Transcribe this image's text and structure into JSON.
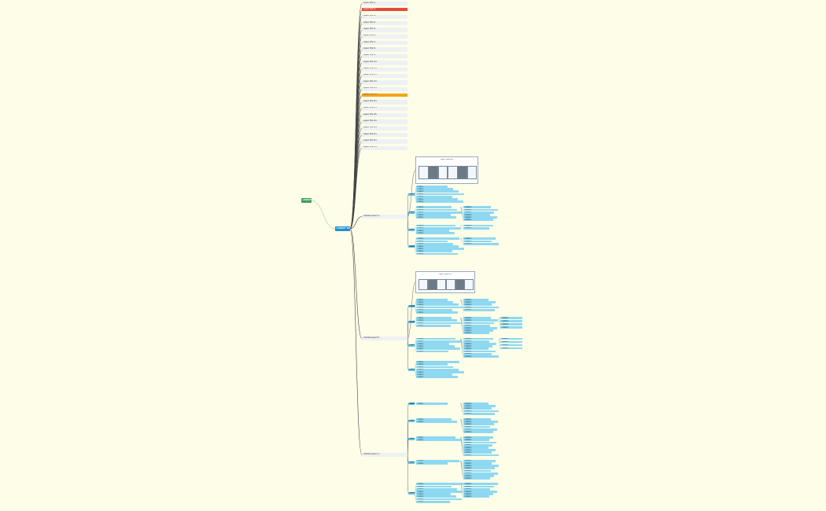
{
  "root": {
    "label": "<ROOT>"
  },
  "center": {
    "label": "<SURVEY TOPIC>"
  },
  "papers": [
    {
      "label": "<paper title 1>",
      "hl": ""
    },
    {
      "label": "<paper title 2>",
      "hl": "red"
    },
    {
      "label": "<paper title 3>",
      "hl": ""
    },
    {
      "label": "<paper title 4>",
      "hl": ""
    },
    {
      "label": "<paper title 5>",
      "hl": ""
    },
    {
      "label": "<paper title 6>",
      "hl": ""
    },
    {
      "label": "<paper title 7>",
      "hl": ""
    },
    {
      "label": "<paper title 8>",
      "hl": ""
    },
    {
      "label": "<paper title 9>",
      "hl": ""
    },
    {
      "label": "<paper title 10>",
      "hl": ""
    },
    {
      "label": "<paper title 11>",
      "hl": ""
    },
    {
      "label": "<paper title 12>",
      "hl": ""
    },
    {
      "label": "<paper title 13>",
      "hl": ""
    },
    {
      "label": "<paper title 14>",
      "hl": ""
    },
    {
      "label": "<paper title 15>",
      "hl": "orange"
    },
    {
      "label": "<paper title 16>",
      "hl": ""
    },
    {
      "label": "<paper title 17>",
      "hl": ""
    },
    {
      "label": "<paper title 18>",
      "hl": ""
    },
    {
      "label": "<paper title 19>",
      "hl": ""
    },
    {
      "label": "<paper title 20>",
      "hl": ""
    },
    {
      "label": "<paper title 21>",
      "hl": ""
    },
    {
      "label": "<paper title 22>",
      "hl": ""
    },
    {
      "label": "<paper title 23>",
      "hl": ""
    }
  ],
  "branches": [
    {
      "title": "<detailed paper A>",
      "figure_title": "<figure caption A>",
      "sections": [
        {
          "label": "<section>",
          "items": [
            "<note>",
            "<note>",
            "<note>",
            "<note>",
            "<note>",
            "<note>",
            "<note>"
          ],
          "sub": []
        },
        {
          "label": "<section>",
          "items": [
            "<note>",
            "<note>",
            "<note>",
            "<note>",
            "<note>"
          ],
          "sub": [
            "<detail>",
            "<detail>",
            "<detail>",
            "<detail>",
            "<detail>",
            "<detail>"
          ]
        },
        {
          "label": "<section>",
          "items": [
            "<note>",
            "<note>",
            "<note>",
            "<note>"
          ],
          "sub": [
            "<detail>",
            "<detail>"
          ]
        },
        {
          "label": "<section>",
          "items": [
            "<note>",
            "<note>",
            "<note>",
            "<note>",
            "<note>",
            "<note>",
            "<note>"
          ],
          "sub": [
            "<detail>",
            "<detail>",
            "<detail>"
          ]
        }
      ]
    },
    {
      "title": "<detailed paper B>",
      "figure_title": "<figure caption B>",
      "sections": [
        {
          "label": "<section>",
          "items": [
            "<note>",
            "<note>",
            "<note>",
            "<note>",
            "<note>",
            "<note>"
          ],
          "sub": [
            "<detail>",
            "<detail>",
            "<detail>",
            "<detail>",
            "<detail>"
          ]
        },
        {
          "label": "<section>",
          "items": [
            "<note>",
            "<note>",
            "<note>",
            "<note>"
          ],
          "sub": [
            "<detail>",
            "<detail>",
            "<detail>",
            "<detail>",
            "<detail>",
            "<detail>",
            "<detail>"
          ]
        },
        {
          "label": "<section>",
          "items": [
            "<note>",
            "<note>",
            "<note>",
            "<note>",
            "<note>",
            "<note>"
          ],
          "sub": [
            "<detail>",
            "<detail>",
            "<detail>",
            "<detail>",
            "<detail>",
            "<detail>",
            "<detail>",
            "<detail>"
          ]
        },
        {
          "label": "<section>",
          "items": [
            "<note>",
            "<note>",
            "<note>",
            "<note>",
            "<note>",
            "<note>",
            "<note>"
          ],
          "sub": []
        }
      ]
    },
    {
      "title": "<detailed paper C>",
      "figure_title": "",
      "sections": [
        {
          "label": "<section>",
          "items": [
            "<note>"
          ],
          "sub": [
            "<detail>",
            "<detail>",
            "<detail>",
            "<detail>",
            "<detail>"
          ]
        },
        {
          "label": "<section>",
          "items": [
            "<note>",
            "<note>"
          ],
          "sub": [
            "<detail>",
            "<detail>",
            "<detail>",
            "<detail>",
            "<detail>",
            "<detail>"
          ]
        },
        {
          "label": "<section>",
          "items": [
            "<note>",
            "<note>"
          ],
          "sub": [
            "<detail>",
            "<detail>",
            "<detail>",
            "<detail>",
            "<detail>",
            "<detail>",
            "<detail>",
            "<detail>"
          ]
        },
        {
          "label": "<section>",
          "items": [
            "<note>",
            "<note>"
          ],
          "sub": [
            "<detail>",
            "<detail>",
            "<detail>",
            "<detail>",
            "<detail>",
            "<detail>",
            "<detail>",
            "<detail>"
          ]
        },
        {
          "label": "<section>",
          "items": [
            "<note>",
            "<note>",
            "<note>",
            "<note>",
            "<note>",
            "<note>",
            "<note>",
            "<note>"
          ],
          "sub": [
            "<detail>",
            "<detail>",
            "<detail>",
            "<detail>",
            "<detail>",
            "<detail>"
          ]
        }
      ]
    }
  ],
  "colors": {
    "background": "#fdfde8",
    "root": "#3f9e5a",
    "center": "#1e8fd4",
    "section": "#5ac2ea",
    "leaf": "#8ed8f2",
    "paper": "#eef1f4",
    "highlight_red": "#e24a3a",
    "highlight_orange": "#f2a31b",
    "connector": "#444444",
    "root_link": "#8fbf6a"
  }
}
